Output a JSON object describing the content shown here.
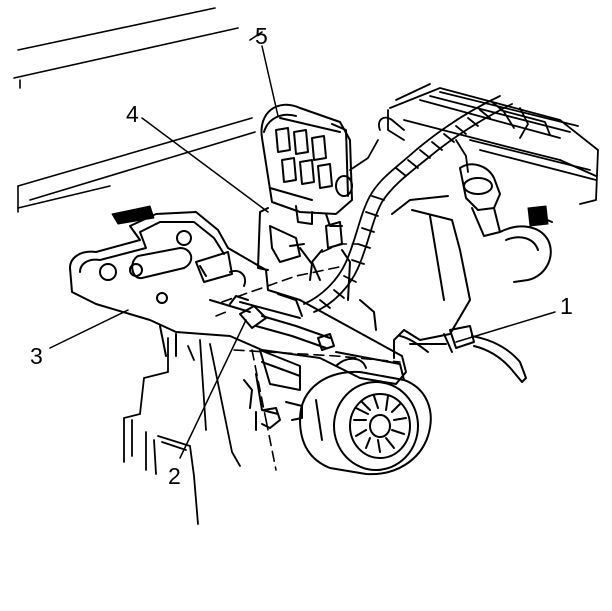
{
  "callouts": [
    {
      "id": "1",
      "label": "1"
    },
    {
      "id": "2",
      "label": "2"
    },
    {
      "id": "3",
      "label": "3"
    },
    {
      "id": "4",
      "label": "4"
    },
    {
      "id": "5",
      "label": "5"
    }
  ],
  "colors": {
    "line": "#000000",
    "paper": "#ffffff"
  }
}
